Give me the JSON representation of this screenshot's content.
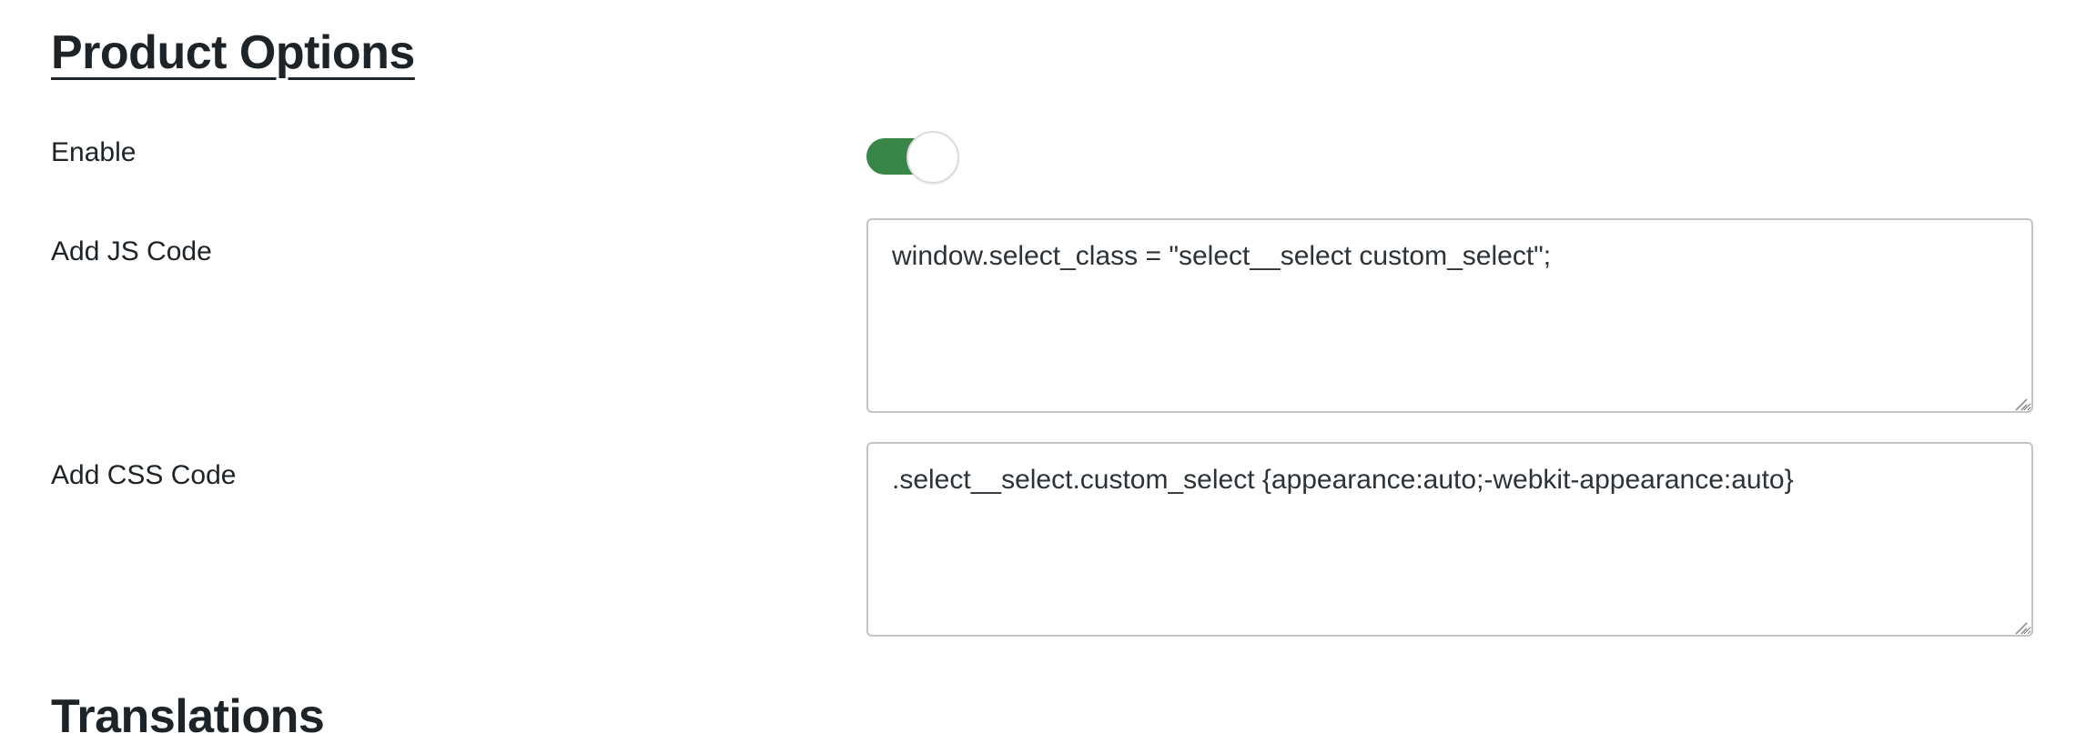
{
  "sections": {
    "product_options_title": "Product Options",
    "translations_title": "Translations"
  },
  "fields": {
    "enable": {
      "label": "Enable",
      "checked": true,
      "accent_color": "#3a8548"
    },
    "js_code": {
      "label": "Add JS Code",
      "value": "window.select_class = \"select__select custom_select\";"
    },
    "css_code": {
      "label": "Add CSS Code",
      "value": ".select__select.custom_select {appearance:auto;-webkit-appearance:auto}"
    }
  }
}
